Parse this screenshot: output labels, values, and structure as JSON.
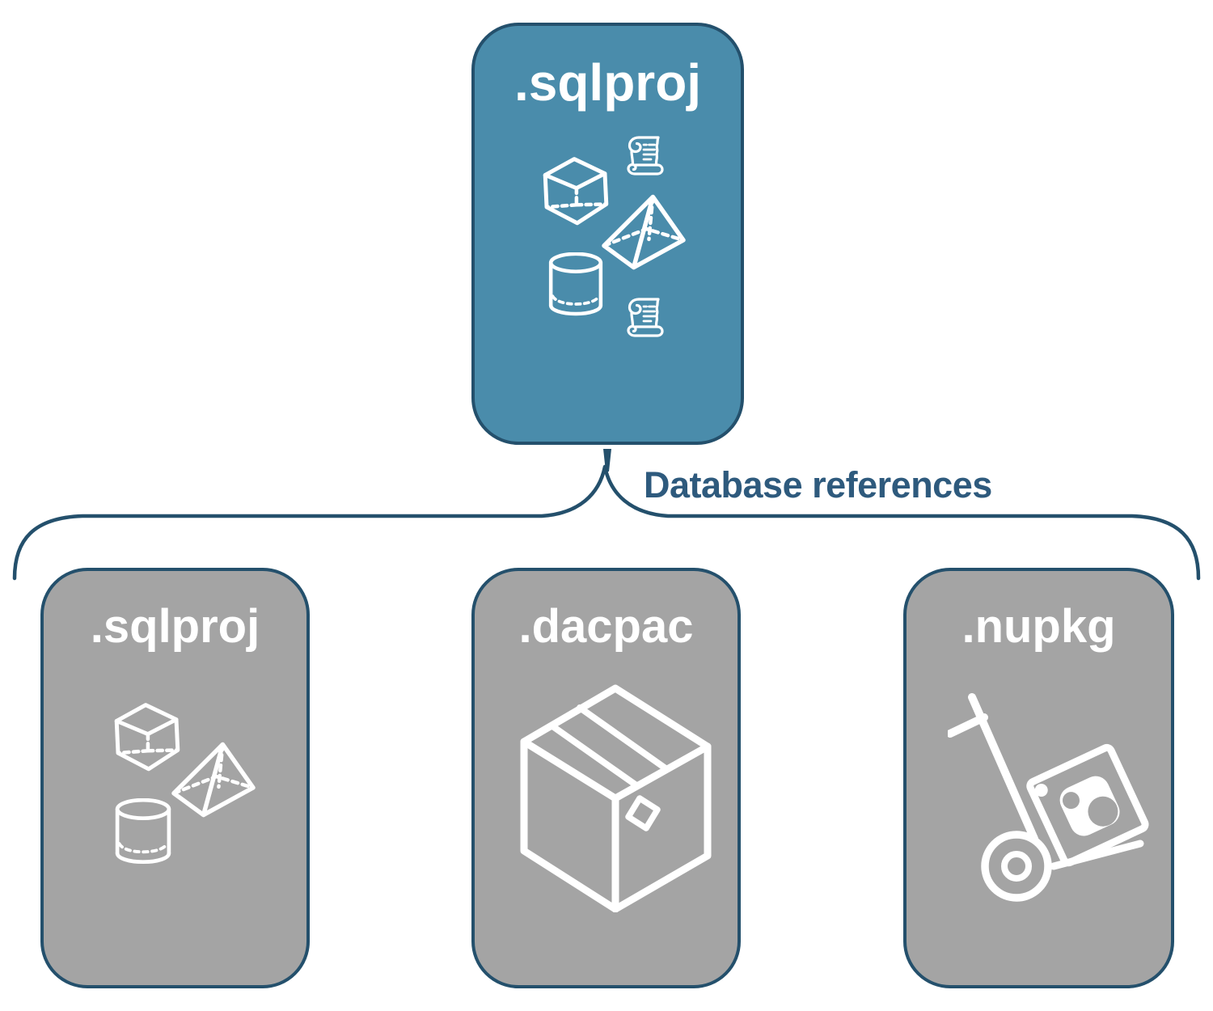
{
  "diagram": {
    "connector_label": "Database references",
    "root": {
      "label": ".sqlproj",
      "icons": [
        "cube-icon",
        "scroll-icon",
        "pyramid-icon",
        "cylinder-icon",
        "scroll-icon"
      ]
    },
    "children": [
      {
        "label": ".sqlproj",
        "icons": [
          "cube-icon",
          "pyramid-icon",
          "cylinder-icon"
        ]
      },
      {
        "label": ".dacpac",
        "icons": [
          "package-box-icon"
        ]
      },
      {
        "label": ".nupkg",
        "icons": [
          "hand-truck-icon",
          "nuget-package-icon"
        ]
      }
    ],
    "colors": {
      "root_fill": "#4a8cab",
      "child_fill": "#a4a4a4",
      "stroke": "#24506c",
      "connector_text": "#2e5a7d",
      "icon": "#ffffff",
      "background": "#ffffff"
    }
  }
}
